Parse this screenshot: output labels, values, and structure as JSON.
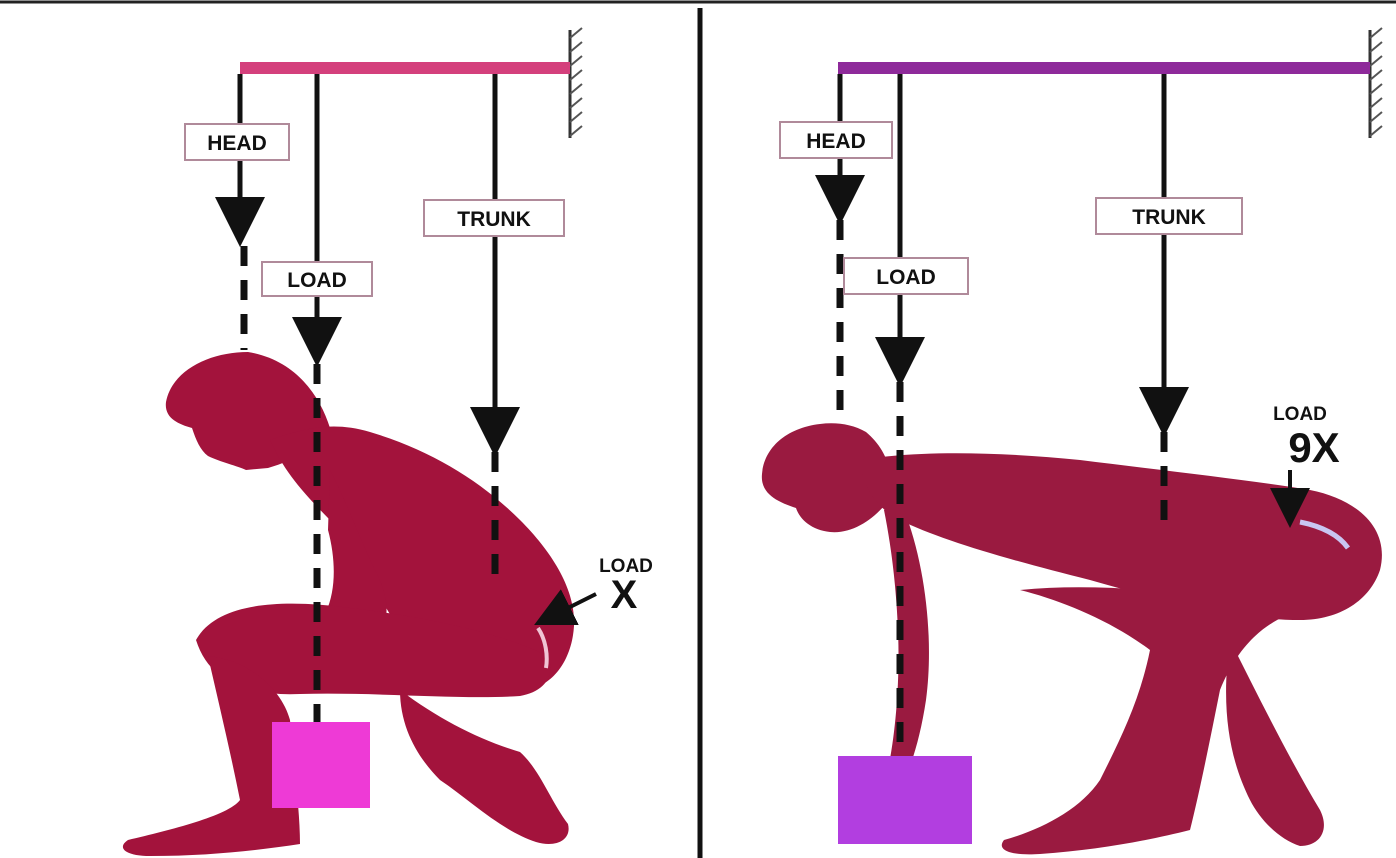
{
  "left_panel": {
    "labels": {
      "head": "HEAD",
      "load": "LOAD",
      "trunk": "TRUNK",
      "lumbar_load_caption": "LOAD",
      "lumbar_load_value": "X"
    }
  },
  "right_panel": {
    "labels": {
      "head": "HEAD",
      "load": "LOAD",
      "trunk": "TRUNK",
      "lumbar_load_caption": "LOAD",
      "lumbar_load_value": "9X"
    }
  },
  "colors": {
    "body_left": "#a3133c",
    "body_right": "#9a1a40",
    "beam_left": "#d4407c",
    "beam_right": "#8e2a9a",
    "box_left": "#ee3ad6",
    "box_right": "#b23ee0",
    "line": "#111111"
  }
}
